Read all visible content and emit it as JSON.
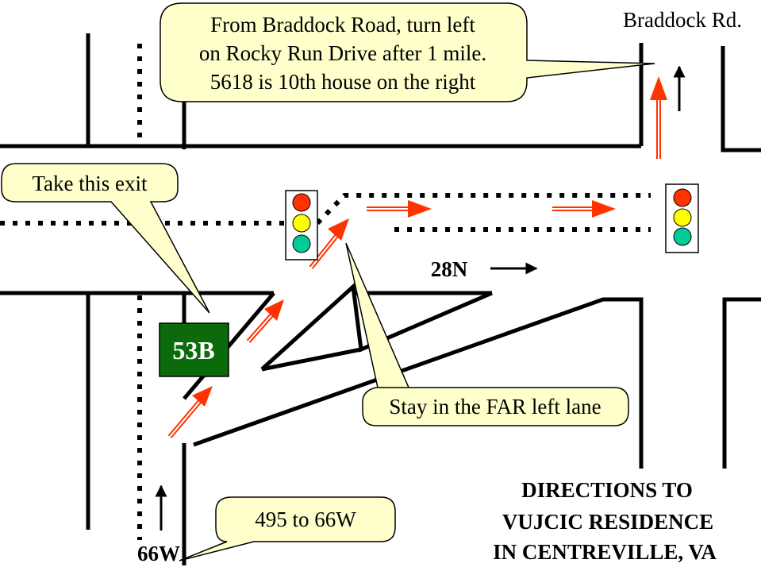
{
  "callouts": {
    "directions": {
      "line1": "From Braddock Road, turn left",
      "line2": "on Rocky Run Drive after 1 mile.",
      "line3": "5618 is 10th house on the right"
    },
    "exit": "Take this exit",
    "lane": "Stay in the FAR left lane",
    "route": "495 to 66W"
  },
  "roads": {
    "braddock": "Braddock Rd.",
    "route28": "28N",
    "route66": "66W"
  },
  "exit_sign": {
    "label": "53B",
    "color": "#0b6b0b"
  },
  "title": {
    "line1": "DIRECTIONS TO",
    "line2": "VUJCIC RESIDENCE",
    "line3": "IN CENTREVILLE, VA"
  },
  "colors": {
    "callout_fill": "#ffffcc",
    "arrow": "#ff3300",
    "light_red": "#ff3300",
    "light_yellow": "#ffff00",
    "light_green": "#00cc99"
  },
  "icons": {
    "traffic_light": "traffic-light-icon",
    "direction_arrow": "direction-arrow-icon"
  }
}
